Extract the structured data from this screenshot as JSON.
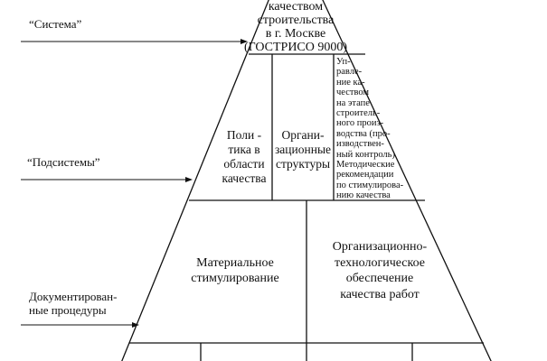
{
  "levels": [
    {
      "label": "“Система”"
    },
    {
      "label": "“Подсистемы”"
    },
    {
      "label_lines": [
        "Документирован-",
        "ные процедуры"
      ]
    }
  ],
  "top_block": {
    "lines": [
      "качеством",
      "строительства",
      "в г. Москве",
      "(ГОСТРИСО 9000)"
    ]
  },
  "subsystems": [
    {
      "lines": [
        "Поли -",
        "тика в",
        "области",
        "качества"
      ]
    },
    {
      "lines": [
        "Органи-",
        "зационные",
        "структуры"
      ]
    },
    {
      "lines": [
        "Уп-",
        "равле-",
        "ние ка-",
        "чеством",
        "на этапе",
        "строитель-",
        "ного произ-",
        "водства (про-",
        "изводствен-",
        "ный контроль)",
        "Методические",
        "рекомендации",
        "по стимулирова-",
        "нию качества"
      ]
    }
  ],
  "procedures": [
    {
      "lines": [
        "Материальное",
        "стимулирование"
      ]
    },
    {
      "lines": [
        "Организационно-",
        "технологическое",
        "обеспечение",
        "качества работ"
      ]
    }
  ]
}
